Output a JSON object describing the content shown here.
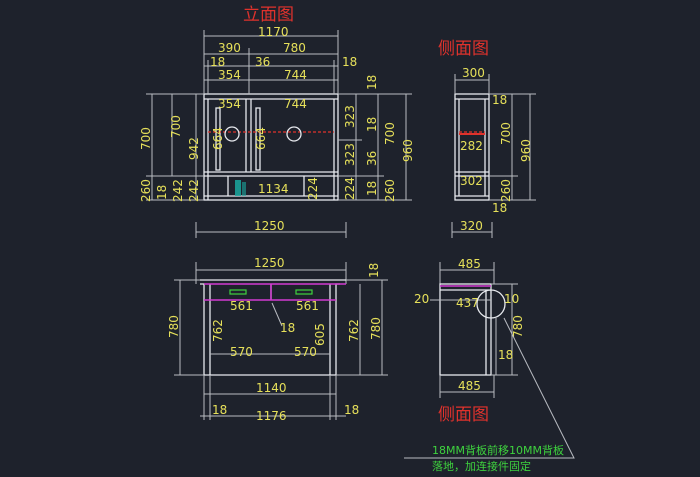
{
  "titles": {
    "front_elevation": "立面图",
    "side_elevation_top": "侧面图",
    "side_elevation_bottom": "侧面图"
  },
  "front_top_dims": {
    "overall_width": "1170",
    "left_width": "390",
    "right_width": "780",
    "panel_left": "18",
    "panel_mid": "36",
    "panel_right": "18",
    "left_inner": "354",
    "right_inner": "744",
    "inside_left": "354",
    "inside_right": "744",
    "left_height_outer": "700",
    "left_height_inner": "700",
    "height_942": "942",
    "compartment_left": "664",
    "compartment_right": "664",
    "base_260": "260",
    "base_18": "18",
    "base_242a": "242",
    "base_242b": "242",
    "drawer_width": "1134",
    "drawer_height": "224",
    "r_18a": "18",
    "r_323a": "323",
    "r_18b": "18",
    "r_323b": "323",
    "r_36": "36",
    "r_224": "224",
    "r_18c": "18",
    "r_700": "700",
    "r_260": "260",
    "r_960": "960",
    "bottom_width": "1250"
  },
  "side_top_dims": {
    "depth": "300",
    "top_18": "18",
    "upper_282": "282",
    "lower_302": "302",
    "bottom_18": "18",
    "height_700": "700",
    "height_260": "260",
    "height_960": "960",
    "base_depth": "320"
  },
  "front_bottom_dims": {
    "overall_width": "1250",
    "top_18": "18",
    "cell_left": "561",
    "cell_right": "561",
    "mid_18": "18",
    "leg_left": "570",
    "leg_right": "570",
    "h_762_left": "762",
    "h_605": "605",
    "h_762_right": "762",
    "h_780_left": "780",
    "h_780_right": "780",
    "width_1140": "1140",
    "side_18_left": "18",
    "width_1176": "1176",
    "side_18_right": "18"
  },
  "side_bottom_dims": {
    "depth_top": "485",
    "left_20": "20",
    "inner_437": "437",
    "right_10": "10",
    "height_780": "780",
    "bottom_18": "18",
    "depth_bottom": "485"
  },
  "note": {
    "line1": "18MM背板前移10MM背板",
    "line2": "落地，加连接件固定"
  },
  "colors": {
    "background": "#1e222c",
    "dimension_text": "#e6e05a",
    "title": "#e0322c",
    "note": "#3ed23e",
    "accent_magenta": "#d23ad2",
    "accent_cyan": "#1aa8a0"
  }
}
